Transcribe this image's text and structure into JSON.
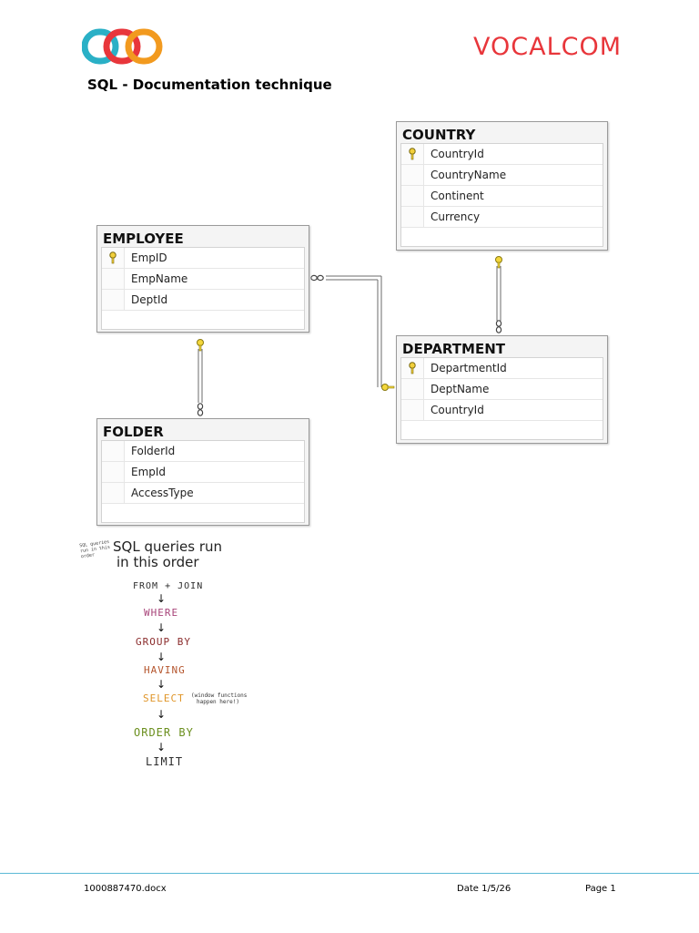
{
  "header": {
    "brand": "VOCALCOM",
    "title": "SQL - Documentation technique",
    "brand_color": "#e8363b"
  },
  "diagram": {
    "tables": {
      "country": {
        "name": "COUNTRY",
        "fields": [
          "CountryId",
          "CountryName",
          "Continent",
          "Currency"
        ]
      },
      "employee": {
        "name": "EMPLOYEE",
        "fields": [
          "EmpID",
          "EmpName",
          "DeptId"
        ]
      },
      "department": {
        "name": "DEPARTMENT",
        "fields": [
          "DepartmentId",
          "DeptName",
          "CountryId"
        ]
      },
      "folder": {
        "name": "FOLDER",
        "fields": [
          "FolderId",
          "EmpId",
          "AccessType"
        ]
      }
    }
  },
  "sql_order": {
    "margin_note": "SQL queries run in this order",
    "heading_line1": "SQL queries run",
    "heading_line2": "in this order",
    "steps": [
      {
        "label": "FROM + JOIN",
        "color": "#2d2d2d"
      },
      {
        "label": "WHERE",
        "color": "#a8457a"
      },
      {
        "label": "GROUP BY",
        "color": "#8b2d2d"
      },
      {
        "label": "HAVING",
        "color": "#b5562e"
      },
      {
        "label": "SELECT",
        "color": "#e0962a"
      },
      {
        "label": "ORDER BY",
        "color": "#6b8f1e"
      },
      {
        "label": "LIMIT",
        "color": "#2d2d2d"
      }
    ],
    "aside_line1": "(window functions",
    "aside_line2": "happen here!)"
  },
  "footer": {
    "filename": "1000887470.docx",
    "date": "Date 1/5/26",
    "page": "Page 1"
  }
}
